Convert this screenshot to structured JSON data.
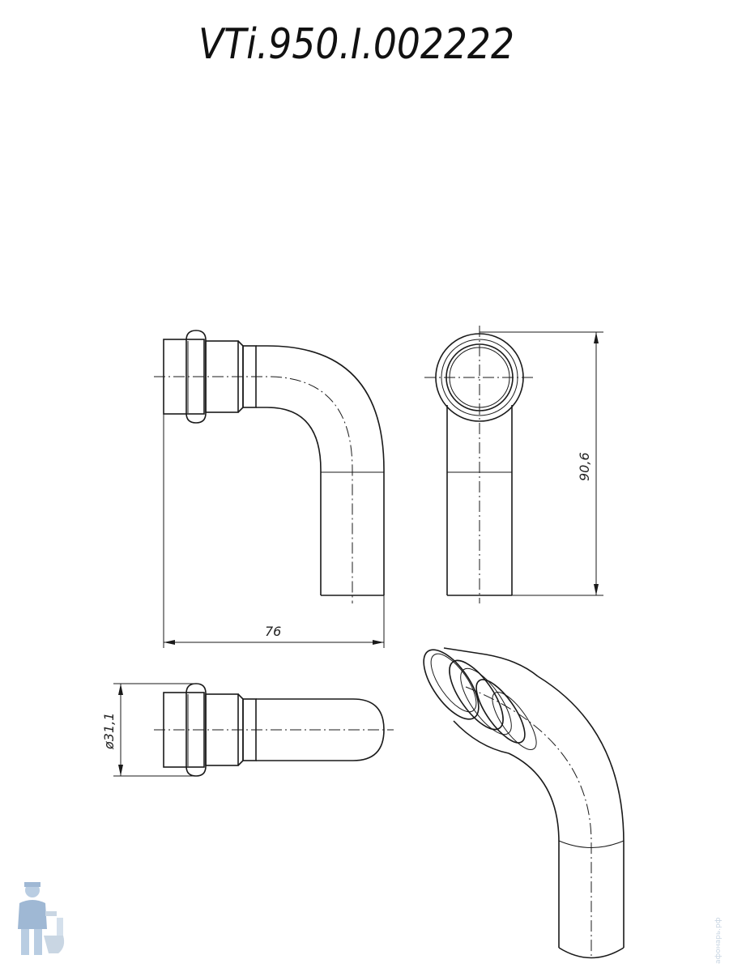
{
  "drawing": {
    "code": "VTi.950.I.002222"
  },
  "dimensions": {
    "width": "76",
    "height": "90,6",
    "diameter": "ø31,1"
  },
  "watermark": {
    "text": "афонарь.рф",
    "logo_icon": "plumber-with-toilet-icon",
    "color": "#9fb8d4"
  },
  "colors": {
    "line": "#1a1a1a",
    "background": "#ffffff"
  }
}
